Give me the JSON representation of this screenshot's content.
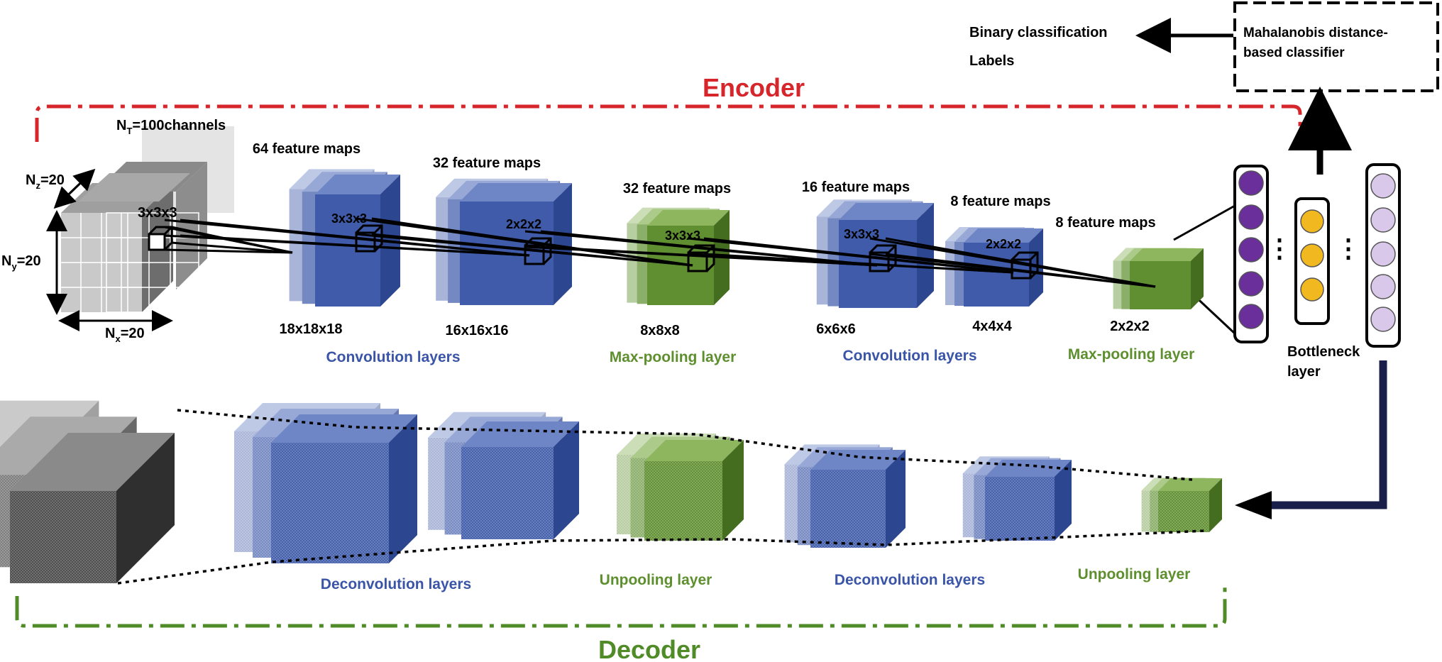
{
  "title_encoder": "Encoder",
  "title_decoder": "Decoder",
  "input": {
    "channels": "N",
    "channels_sub": "T",
    "channels_rest": "=100channels",
    "nz": "N",
    "nz_sub": "z",
    "nz_rest": "=20",
    "ny": "N",
    "ny_sub": "y",
    "ny_rest": "=20",
    "nx": "N",
    "nx_sub": "x",
    "nx_rest": "=20",
    "kernel": "3x3x3"
  },
  "encoder_layers": [
    {
      "maps": "64 feature maps",
      "kernel": "3x3x3",
      "size": "18x18x18"
    },
    {
      "maps": "32 feature maps",
      "kernel": "2x2x2",
      "size": "16x16x16"
    },
    {
      "maps": "32 feature maps",
      "kernel": "3x3x3",
      "size": "8x8x8"
    },
    {
      "maps": "16 feature maps",
      "kernel": "3x3x3",
      "size": "6x6x6"
    },
    {
      "maps": "8 feature maps",
      "kernel": "2x2x2",
      "size": "4x4x4"
    },
    {
      "maps": "8 feature maps",
      "kernel": "",
      "size": "2x2x2"
    }
  ],
  "encoder_groups": [
    "Convolution layers",
    "Max-pooling layer",
    "Convolution layers",
    "Max-pooling layer"
  ],
  "decoder_groups": [
    "Deconvolution layers",
    "Unpooling layer",
    "Deconvolution layers",
    "Unpooling layer"
  ],
  "bottleneck": {
    "line1": "Bottleneck",
    "line2": "layer",
    "dots": "⋮"
  },
  "classifier": {
    "line1": "Mahalanobis distance-",
    "line2": "based classifier"
  },
  "output": {
    "line1": "Binary classification",
    "line2": "Labels"
  },
  "colors": {
    "encoder_red": "#d6262b",
    "decoder_green": "#4f8b26",
    "conv_blue": "#3a55a8",
    "pool_green": "#5e8f2e",
    "neuron_purple": "#6a2f9b",
    "neuron_yellow": "#f2b81f",
    "neuron_lilac": "#d9c8ea"
  }
}
